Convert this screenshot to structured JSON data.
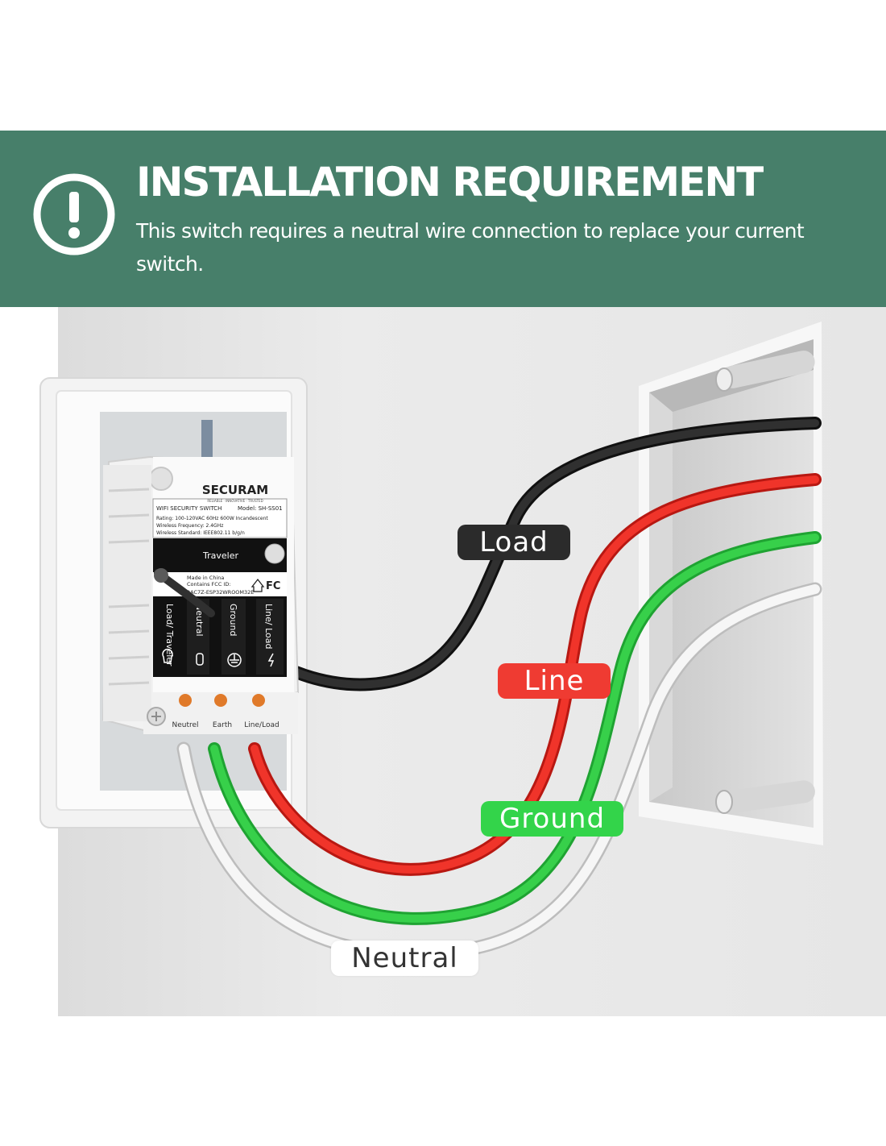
{
  "banner": {
    "title": "INSTALLATION REQUIREMENT",
    "subtitle": "This switch requires a neutral wire connection to replace your current switch.",
    "icon": "exclamation-circle-icon",
    "bg_color": "#477f6a"
  },
  "device": {
    "brand": "SECURAM",
    "tagline": "RELIABLE · INNOVATIVE · TRUSTED",
    "product": "WIFI SECURITY SWITCH",
    "model": "Model: SH-SS01",
    "rating": "Rating: 100-120VAC 60Hz 600W Incandescent",
    "frequency": "Wireless Frequency: 2.4GHz",
    "standard": "Wireless Standard: IEEE802.11 b/g/n",
    "traveler": "Traveler",
    "origin": "Made in China",
    "fcc": "Contains FCC ID:",
    "fcc_id": "2AC7Z-ESP32WROOM32E",
    "fcc_mark": "FC",
    "ports": [
      "Load/ Traveler",
      "Neutral",
      "Ground",
      "Line/ Load"
    ],
    "terminals": [
      "Neutrel",
      "Earth",
      "Line/Load"
    ]
  },
  "wires": [
    {
      "label": "Load",
      "color": "#222222"
    },
    {
      "label": "Line",
      "color": "#ee2b24"
    },
    {
      "label": "Ground",
      "color": "#2fc63f"
    },
    {
      "label": "Neutral",
      "color": "#f2f2f2"
    }
  ]
}
